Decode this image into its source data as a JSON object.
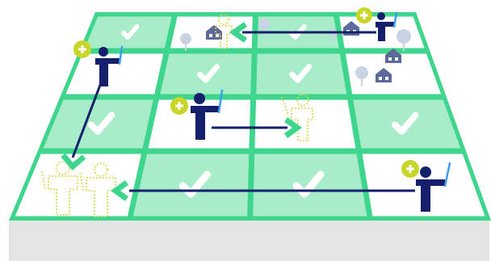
{
  "diagram": {
    "rows": [
      [
        "light",
        "white",
        "light",
        "white"
      ],
      [
        "white",
        "light",
        "light",
        "white"
      ],
      [
        "light",
        "white",
        "white",
        "light"
      ],
      [
        "white",
        "light",
        "light",
        "white"
      ]
    ],
    "colors": {
      "grid_line": "#3dd68c",
      "cell_light": "#a8ecc9",
      "cell_white": "#ffffff",
      "check": "#ffffff",
      "base": "#e4e4e4",
      "person": "#14206b",
      "brush": "#3b9cf0",
      "plus_badge": "#c8d62a",
      "arrow_head": "#3dd68c",
      "arrow_line": "#14206b",
      "ghost_outline": "#d6d64a",
      "house": "#5b6a9a",
      "tree": "#c9d3e4"
    },
    "icons": [
      "checkmark-icon",
      "person-icon",
      "plus-badge-icon",
      "house-icon",
      "tree-icon",
      "ghost-person-icon",
      "arrow-icon"
    ]
  }
}
